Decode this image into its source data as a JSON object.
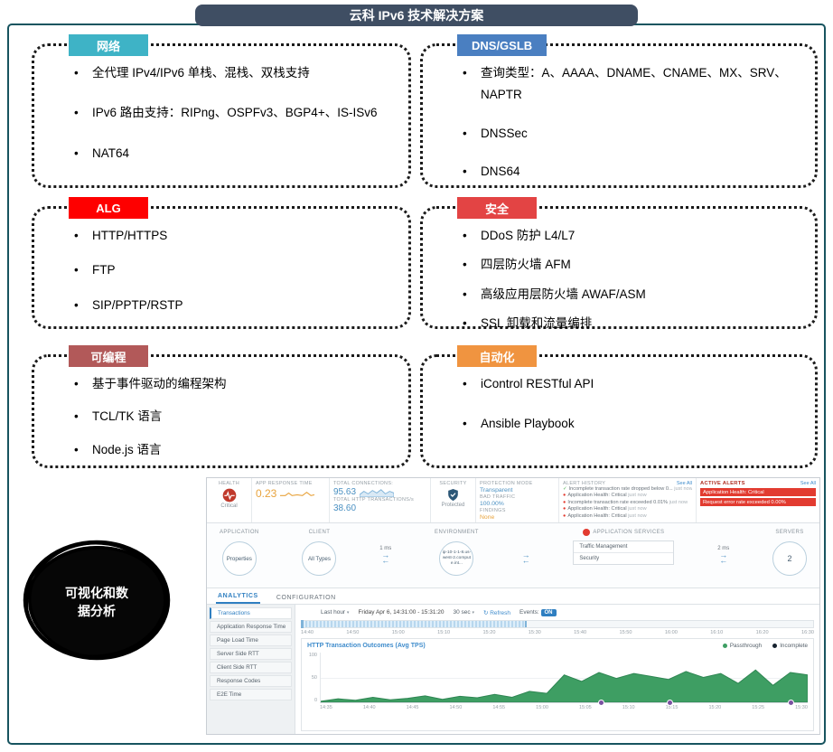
{
  "page": {
    "title": "云科 IPv6 技术解决方案"
  },
  "colors": {
    "banner_slate": "#3f4e63",
    "accent_blue": "#2f7fc1",
    "alert_red": "#e23b30",
    "passthrough_green": "#3e9e63"
  },
  "boxes": [
    {
      "label": "网络",
      "color": "#3eb3c6",
      "items": [
        "全代理 IPv4/IPv6 单栈、混栈、双栈支持",
        "IPv6 路由支持：RIPng、OSPFv3、BGP4+、IS-ISv6",
        "NAT64"
      ]
    },
    {
      "label": "DNS/GSLB",
      "color": "#4a7fc1",
      "items": [
        "查询类型：A、AAAA、DNAME、CNAME、MX、SRV、NAPTR",
        "DNSSec",
        "DNS64"
      ]
    },
    {
      "label": "ALG",
      "color": "#fe0000",
      "items": [
        "HTTP/HTTPS",
        "FTP",
        "SIP/PPTP/RSTP"
      ]
    },
    {
      "label": "安全",
      "color": "#e34444",
      "items": [
        "DDoS 防护 L4/L7",
        "四层防火墙 AFM",
        "高级应用层防火墙 AWAF/ASM",
        "SSL 卸载和流量编排"
      ]
    },
    {
      "label": "可编程",
      "color": "#b25959",
      "items": [
        "基于事件驱动的编程架构",
        "TCL/TK 语言",
        "Node.js 语言"
      ]
    },
    {
      "label": "自动化",
      "color": "#f09440",
      "items": [
        "iControl RESTful API",
        "Ansible Playbook"
      ]
    }
  ],
  "callout": {
    "line1": "可视化和数",
    "line2": "据分析"
  },
  "dashboard": {
    "health": {
      "label": "HEALTH",
      "status": "Critical"
    },
    "metrics": {
      "art_label": "APP RESPONSE TIME",
      "art_value": "0.23",
      "tc_label": "TOTAL CONNECTIONS:",
      "tc_value": "95.63",
      "tht_label": "TOTAL HTTP TRANSACTIONS/s",
      "tht_value": "38.60"
    },
    "security": {
      "label": "SECURITY",
      "status": "Protected"
    },
    "protection": {
      "mode_label": "PROTECTION MODE",
      "mode_value": "Transparent",
      "bad_label": "BAD TRAFFIC",
      "bad_value": "100.00%",
      "findings_label": "FINDINGS",
      "findings_value": "None"
    },
    "alert_history": {
      "label": "ALERT HISTORY",
      "see_all": "See All",
      "items": [
        {
          "text": "Incomplete transaction rate dropped below 0...",
          "time": "just now"
        },
        {
          "text": "Application Health: Critical",
          "time": "just now"
        },
        {
          "text": "Incomplete transaction rate exceeded 0.01%",
          "time": "just now"
        },
        {
          "text": "Application Health: Critical",
          "time": "just now"
        },
        {
          "text": "Application Health: Critical",
          "time": "just now"
        }
      ]
    },
    "active_alerts": {
      "label": "ACTIVE ALERTS",
      "see_all": "See All",
      "items": [
        "Application Health: Critical",
        "Request error rate exceeded 0.00%"
      ]
    },
    "topology": {
      "application_label": "APPLICATION",
      "application_node": "Properties",
      "client_label": "CLIENT",
      "client_node": "All Types",
      "latency1": "1 ms",
      "environment_label": "ENVIRONMENT",
      "environment_node": "ip-10-1-1-8.us-west-2.compute.int...",
      "services_label": "APPLICATION SERVICES",
      "service1": "Traffic Management",
      "service2": "Security",
      "latency2": "2 ms",
      "servers_label": "SERVERS",
      "servers_node": "2"
    },
    "tabs": {
      "analytics": "ANALYTICS",
      "configuration": "CONFIGURATION"
    },
    "sidebar": [
      "Transactions",
      "Application Response Time",
      "Page Load Time",
      "Server Side RTT",
      "Client Side RTT",
      "Response Codes",
      "E2E Time"
    ],
    "toolbar": {
      "range": "Last hour",
      "date": "Friday Apr 6, 14:31:00 - 15:31:20",
      "interval": "30 sec",
      "refresh": "Refresh",
      "events_label": "Events:",
      "events_state": "ON"
    },
    "timeline_ticks": [
      "14:40",
      "14:50",
      "15:00",
      "15:10",
      "15:20",
      "15:30",
      "15:40",
      "15:50",
      "16:00",
      "16:10",
      "16:20",
      "16:30"
    ],
    "chart_data": {
      "type": "area",
      "title": "HTTP Transaction Outcomes (Avg TPS)",
      "legend": [
        {
          "name": "Passthrough",
          "color": "#3e9e63"
        },
        {
          "name": "Incomplete",
          "color": "#16212e"
        }
      ],
      "x_labels": [
        "14:35",
        "14:40",
        "14:45",
        "14:50",
        "14:55",
        "15:00",
        "15:05",
        "15:10",
        "15:15",
        "15:20",
        "15:25",
        "15:30"
      ],
      "y_ticks": [
        "100",
        "50",
        "0"
      ],
      "ylim": [
        0,
        100
      ],
      "series": [
        {
          "name": "Passthrough",
          "color": "#3e9e63",
          "values": [
            2,
            7,
            4,
            10,
            5,
            8,
            13,
            6,
            12,
            9,
            16,
            10,
            22,
            18,
            55,
            42,
            60,
            48,
            58,
            52,
            46,
            62,
            50,
            58,
            38,
            65,
            34,
            60,
            55
          ]
        },
        {
          "name": "Incomplete",
          "color": "#16212e",
          "values": [
            0,
            0,
            0,
            0,
            0,
            0,
            0,
            0,
            0,
            0,
            0,
            0,
            0,
            0,
            0,
            0,
            0,
            0,
            0,
            0,
            0,
            0,
            0,
            0,
            0,
            0,
            0,
            0,
            0
          ]
        }
      ]
    }
  }
}
